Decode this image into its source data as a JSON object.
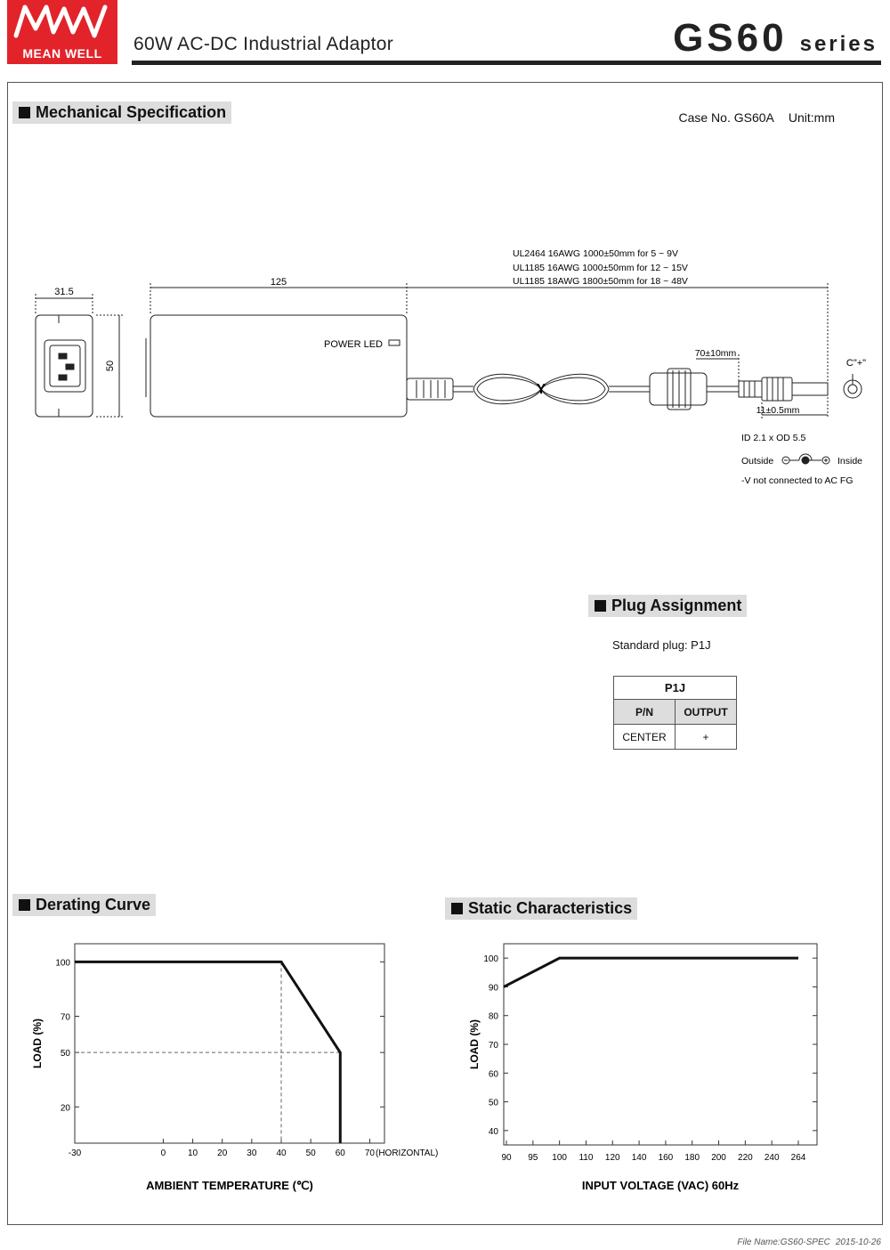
{
  "header": {
    "logo_text": "MEAN WELL",
    "product_title": "60W AC-DC Industrial Adaptor",
    "model": "GS60",
    "series_label": "series"
  },
  "mechanical": {
    "section_title": "Mechanical Specification",
    "case_no": "Case No. GS60A",
    "unit": "Unit:mm",
    "dim_width": "31.5",
    "dim_height": "50",
    "dim_length": "125",
    "power_led": "POWER LED",
    "cable_specs": [
      "UL2464 16AWG 1000±50mm for 5 ~ 9V",
      "UL1185 16AWG 1000±50mm for 12 ~ 15V",
      "UL1185 18AWG 1800±50mm for 18 ~ 48V"
    ],
    "dim_ferrite": "70±10mm",
    "dim_plug": "11±0.5mm",
    "plug_center": "C\"+\"",
    "plug_size": "ID 2.1 x OD 5.5",
    "polarity_outside": "Outside",
    "polarity_inside": "Inside",
    "polarity_note": "-V not connected to AC FG"
  },
  "plug": {
    "section_title": "Plug Assignment",
    "standard": "Standard plug: P1J",
    "table_caption": "P1J",
    "headers": [
      "P/N",
      "OUTPUT"
    ],
    "rows": [
      [
        "CENTER",
        "+"
      ]
    ]
  },
  "derating": {
    "section_title": "Derating Curve",
    "chart_data": {
      "type": "line",
      "x": [
        -30,
        40,
        60,
        60
      ],
      "y": [
        100,
        100,
        50,
        0
      ],
      "xticks": [
        "-30",
        "0",
        "10",
        "20",
        "30",
        "40",
        "50",
        "60",
        "70"
      ],
      "xtick_values": [
        -30,
        0,
        10,
        20,
        30,
        40,
        50,
        60,
        70
      ],
      "yticks": [
        "100",
        "70",
        "50",
        "20"
      ],
      "ytick_values": [
        100,
        70,
        50,
        20
      ],
      "xlim": [
        -30,
        75
      ],
      "ylim": [
        0,
        110
      ],
      "xlabel": "AMBIENT TEMPERATURE (℃)",
      "ylabel": "LOAD (%)",
      "orientation_label": "(HORIZONTAL)",
      "reference_lines": [
        {
          "x": 40,
          "y": 100
        },
        {
          "x": 60,
          "y": 50
        }
      ]
    }
  },
  "static": {
    "section_title": "Static Characteristics",
    "chart_data": {
      "type": "line",
      "categories": [
        "90",
        "95",
        "100",
        "110",
        "120",
        "140",
        "160",
        "180",
        "200",
        "220",
        "240",
        "264"
      ],
      "x_index": [
        0,
        2,
        11
      ],
      "y": [
        90,
        100,
        100
      ],
      "yticks": [
        "100",
        "90",
        "80",
        "70",
        "60",
        "50",
        "40"
      ],
      "ytick_values": [
        100,
        90,
        80,
        70,
        60,
        50,
        40
      ],
      "ylim": [
        35,
        105
      ],
      "xlabel": "INPUT VOLTAGE (VAC) 60Hz",
      "ylabel": "LOAD (%)"
    }
  },
  "footer": {
    "file_name": "File Name:GS60-SPEC",
    "date": "2015-10-26"
  }
}
